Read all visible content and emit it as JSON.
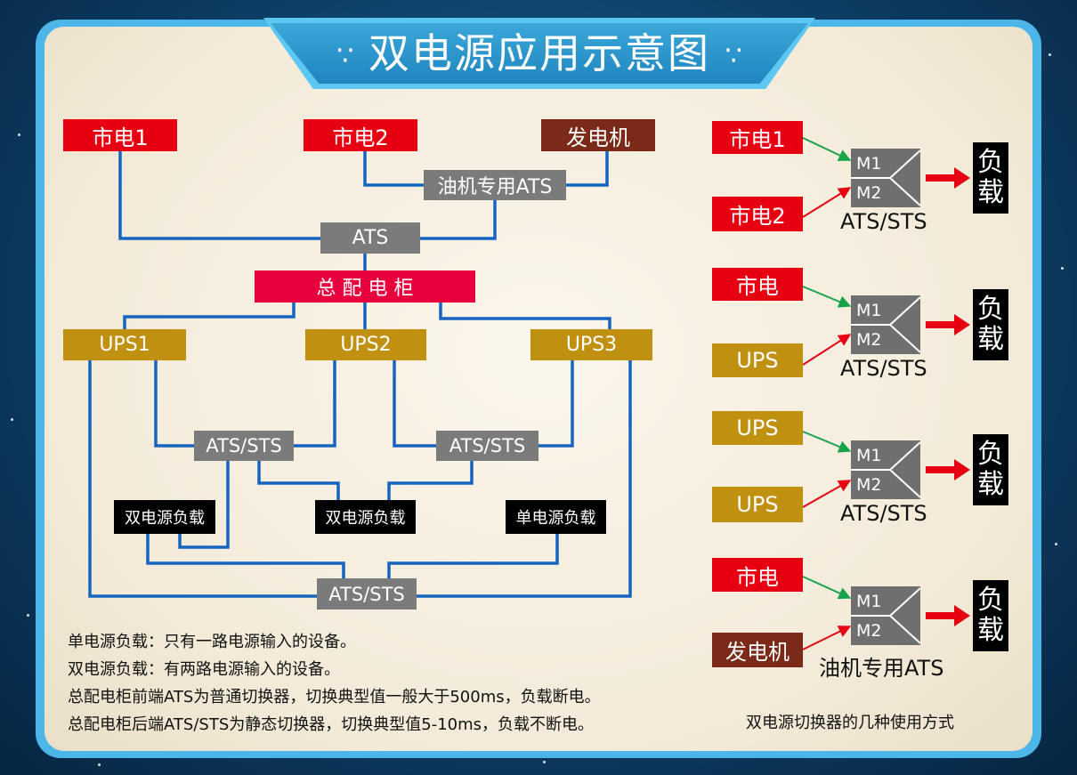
{
  "title": "双电源应用示意图",
  "title_deco": "∵",
  "colors": {
    "wire": "#1565c0",
    "mains": "#e60012",
    "generator": "#7a2a17",
    "ats": "#7b7b7b",
    "panel": "#e8003e",
    "ups": "#c09010",
    "load": "#000000",
    "green_arrow": "#16a34a",
    "red_arrow": "#e60012"
  },
  "main": {
    "sources": {
      "mains1": "市电1",
      "mains2": "市电2",
      "generator": "发电机"
    },
    "gen_ats": "油机专用ATS",
    "ats": "ATS",
    "panel": "总 配 电 柜",
    "ups": [
      "UPS1",
      "UPS2",
      "UPS3"
    ],
    "sts_left": "ATS/STS",
    "sts_right": "ATS/STS",
    "sts_bottom": "ATS/STS",
    "loads": {
      "dual_left": "双电源负载",
      "dual_mid": "双电源负载",
      "single": "单电源负载"
    }
  },
  "notes": [
    "单电源负载：只有一路电源输入的设备。",
    "双电源负载：有两路电源输入的设备。",
    "总配电柜前端ATS为普通切换器，切换典型值一般大于500ms，负载断电。",
    "总配电柜后端ATS/STS为静态切换器，切换典型值5-10ms，负载不断电。"
  ],
  "modes": [
    {
      "in1": "市电1",
      "in2": "市电2",
      "m1": "M1",
      "m2": "M2",
      "switch": "ATS/STS",
      "load": [
        "负",
        "载"
      ]
    },
    {
      "in1": "市电",
      "in2": "UPS",
      "m1": "M1",
      "m2": "M2",
      "switch": "ATS/STS",
      "load": [
        "负",
        "载"
      ]
    },
    {
      "in1": "UPS",
      "in2": "UPS",
      "m1": "M1",
      "m2": "M2",
      "switch": "ATS/STS",
      "load": [
        "负",
        "载"
      ]
    },
    {
      "in1": "市电",
      "in2": "发电机",
      "m1": "M1",
      "m2": "M2",
      "switch": "油机专用ATS",
      "load": [
        "负",
        "载"
      ]
    }
  ],
  "caption": "双电源切换器的几种使用方式"
}
